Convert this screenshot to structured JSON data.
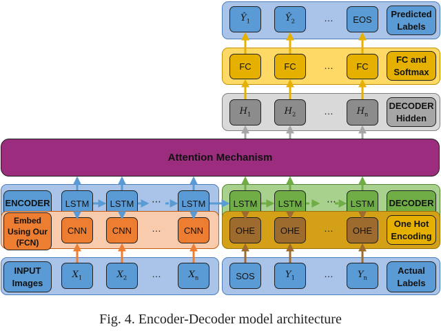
{
  "colors": {
    "blue": "#5b9bd5",
    "gold": "#e6b000",
    "grey": "#a6a6a6",
    "purple": "#9b2c7e",
    "orange": "#ed7d31",
    "green": "#70ad47",
    "brown": "#9e6b2f"
  },
  "rows": {
    "predicted": {
      "label": "Predicted\nLabels",
      "nodes": [
        "Ŷ",
        "Ŷ",
        "…",
        "EOS"
      ],
      "subs": [
        "1",
        "2"
      ]
    },
    "fc": {
      "label": "FC and\nSoftmax",
      "nodes": [
        "FC",
        "FC",
        "…",
        "FC"
      ]
    },
    "decoder_hidden": {
      "label": "DECODER\nHidden",
      "nodes": [
        "H",
        "H",
        "…",
        "H"
      ],
      "subs": [
        "1",
        "2",
        "n"
      ]
    },
    "attention": {
      "label": "Attention Mechanism"
    },
    "encoder": {
      "label": "ENCODER",
      "nodes": [
        "LSTM",
        "LSTM",
        "⋯",
        "LSTM"
      ]
    },
    "decoder": {
      "label": "DECODER",
      "nodes": [
        "LSTM",
        "LSTM",
        "⋯",
        "LSTM"
      ]
    },
    "embed": {
      "label": "Embed\nUsing Our\n(FCN)",
      "nodes": [
        "CNN",
        "CNN",
        "…",
        "CNN"
      ]
    },
    "one_hot": {
      "label": "One Hot\nEncoding",
      "nodes": [
        "OHE",
        "OHE",
        "…",
        "OHE"
      ]
    },
    "input": {
      "label": "INPUT\nImages",
      "nodes": [
        "X",
        "X",
        "…",
        "X"
      ],
      "subs": [
        "1",
        "2",
        "n"
      ]
    },
    "actual": {
      "label": "Actual\nLabels",
      "nodes": [
        "SOS",
        "Y",
        "…",
        "Y"
      ],
      "subs": [
        "1",
        "n"
      ]
    }
  },
  "caption": "Fig. 4. Encoder-Decoder model architecture"
}
